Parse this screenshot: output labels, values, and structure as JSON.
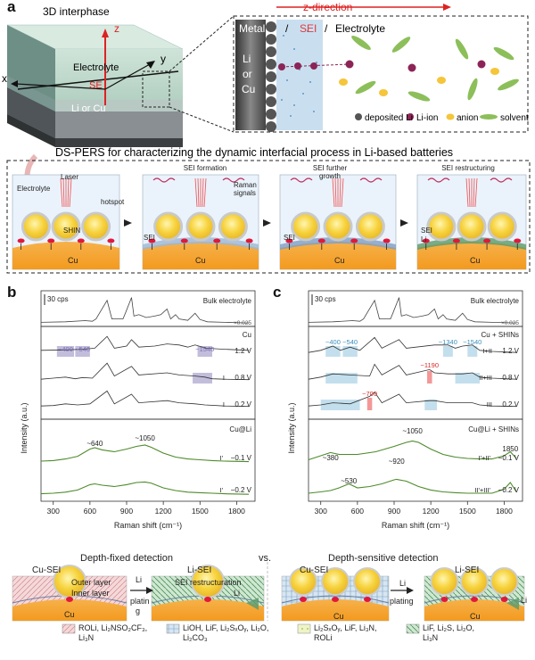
{
  "panel_a": {
    "letter": "a",
    "cube_title": "3D interphase",
    "axes": {
      "z": "z",
      "y": "y",
      "x": "x"
    },
    "layers": {
      "electrolyte": "Electrolyte",
      "se": "SE",
      "metal": "Li or Cu"
    },
    "zoom": {
      "direction": "z-direction",
      "metal": "Metal",
      "sep1": "/",
      "sei": "SEI",
      "sep2": "/",
      "electrolyte": "Electrolyte",
      "metal_name": [
        "Li",
        "or",
        "Cu"
      ],
      "legend": [
        "deposited Li",
        "Li-ion",
        "anion",
        "solvent"
      ]
    },
    "banner": "DS-PERS for characterizing the dynamic interfacial process in Li-based batteries",
    "steps": [
      {
        "caption": "",
        "labels": {
          "electrolyte": "Electrolyte",
          "laser": "Laser",
          "hotspot": "hotspot",
          "shin": "SHIN",
          "cu": "Cu"
        }
      },
      {
        "caption": "SEI formation",
        "labels": {
          "raman": "Raman signals",
          "sei": "SEI",
          "cu": "Cu"
        }
      },
      {
        "caption": "SEI further growth",
        "labels": {
          "sei": "SEI",
          "cu": "Cu"
        }
      },
      {
        "caption": "SEI restructuring",
        "labels": {
          "sei": "SEI",
          "li": "Li",
          "cu": "Cu"
        }
      }
    ]
  },
  "panel_b": {
    "letter": "b",
    "scale": "30 cps",
    "ylabel": "Intensity (a.u.)",
    "xlabel": "Raman shift (cm⁻¹)",
    "ticks": [
      "300",
      "600",
      "900",
      "1200",
      "1500",
      "1800"
    ],
    "bulk": {
      "label": "Bulk electrolyte",
      "factor": "×0.025"
    },
    "cu": {
      "header": "Cu",
      "rows": [
        {
          "region": "",
          "voltage": "1.2 V"
        },
        {
          "region": "I",
          "voltage": "0.8 V"
        },
        {
          "region": "I",
          "voltage": "0.2 V"
        }
      ],
      "annotations": [
        "~400",
        "~540",
        "~1540"
      ]
    },
    "culi": {
      "header": "Cu@Li",
      "rows": [
        {
          "region": "I'",
          "voltage": "−0.1 V"
        },
        {
          "region": "I'",
          "voltage": "−0.2 V"
        }
      ],
      "annotations": [
        "~640",
        "~1050"
      ]
    }
  },
  "panel_c": {
    "letter": "c",
    "scale": "30 cps",
    "ylabel": "Intensity (a.u.)",
    "xlabel": "Raman shift (cm⁻¹)",
    "ticks": [
      "300",
      "600",
      "900",
      "1200",
      "1500",
      "1800"
    ],
    "bulk": {
      "label": "Bulk electrolyte",
      "factor": "×0.025"
    },
    "cu": {
      "header": "Cu + SHINs",
      "rows": [
        {
          "region": "I+II",
          "voltage": "1.2 V"
        },
        {
          "region": "II+III",
          "voltage": "0.8 V"
        },
        {
          "region": "III",
          "voltage": "0.2 V"
        }
      ],
      "annotations": [
        "~400",
        "~540",
        "~1340",
        "~1540",
        "~1190",
        "~700"
      ]
    },
    "culi": {
      "header": "Cu@Li + SHINs",
      "rows": [
        {
          "region": "I'+II'",
          "voltage": "−0.1 V"
        },
        {
          "region": "II'+III'",
          "voltage": "−0.2 V"
        }
      ],
      "annotations": [
        "~380",
        "~1050",
        "~530",
        "~920",
        "1850"
      ]
    }
  },
  "bottom": {
    "depth_fixed": "Depth-fixed detection",
    "vs": "vs.",
    "depth_sensitive": "Depth-sensitive detection",
    "left": {
      "cu_sei": "Cu-SEI",
      "outer": "Outer layer",
      "inner": "Inner layer",
      "cu": "Cu",
      "arrow": [
        "Li",
        "platin",
        "g"
      ],
      "li_sei": "Li-SEI",
      "restructure": "SEI restructuration",
      "li": "Li"
    },
    "right": {
      "cu_sei": "Cu-SEI",
      "cu": "Cu",
      "arrow": [
        "Li",
        "plating"
      ],
      "li_sei": "Li-SEI",
      "li": "Li"
    },
    "legend": [
      {
        "lines": [
          "ROLi, Li₂NSO₂CF₃,",
          "Li₃N"
        ]
      },
      {
        "lines": [
          "LiOH, LiF, Li₂SₓOᵧ, Li₂O,",
          "Li₂CO₃"
        ]
      },
      {
        "lines": [
          "Li₂SₓOᵧ, LiF, Li₃N,",
          "ROLi"
        ]
      },
      {
        "lines": [
          "LiF, Li₂S, Li₂O,",
          "Li₃N"
        ]
      }
    ]
  },
  "colors": {
    "dark_trace": "#2b2b2b",
    "gray_trace": "#555555",
    "green_trace": "#4d8a2a",
    "blue_shade": "#b9d9ea",
    "purple_shade": "#b9b2d6",
    "red_text": "#d62a2a",
    "sei_text": "#e03a3a"
  },
  "chart_data": [
    {
      "type": "line",
      "title": "",
      "xlabel": "Raman shift (cm⁻¹)",
      "ylabel": "Intensity (a.u.)",
      "xlim": [
        200,
        1950
      ],
      "x_ticks": [
        300,
        600,
        900,
        1200,
        1500,
        1800
      ],
      "series": [
        {
          "name": "Bulk electrolyte",
          "x": [
            200,
            400,
            560,
            620,
            650,
            740,
            780,
            870,
            890,
            940,
            960,
            1000,
            1060,
            1130,
            1180,
            1230,
            1260,
            1300,
            1330,
            1400,
            1460,
            1500,
            1560,
            1700,
            1900
          ],
          "y": [
            0.08,
            0.1,
            0.14,
            0.12,
            0.2,
            0.85,
            0.2,
            0.2,
            0.4,
            0.95,
            0.3,
            0.35,
            0.25,
            0.3,
            0.35,
            0.55,
            0.2,
            0.35,
            0.2,
            0.15,
            0.4,
            0.18,
            0.1,
            0.08,
            0.06
          ]
        },
        {
          "name": "1.2 V",
          "x": [
            200,
            400,
            540,
            640,
            740,
            800,
            900,
            940,
            1000,
            1130,
            1230,
            1330,
            1400,
            1460,
            1550,
            1700,
            1900
          ],
          "y": [
            0.3,
            0.32,
            0.35,
            0.4,
            0.95,
            0.4,
            0.5,
            0.8,
            0.45,
            0.5,
            0.6,
            0.55,
            0.45,
            0.55,
            0.4,
            0.35,
            0.3
          ]
        },
        {
          "name": "0.8 V",
          "x": [
            200,
            300,
            400,
            480,
            540,
            620,
            740,
            800,
            940,
            1000,
            1230,
            1330,
            1460,
            1540,
            1600,
            1700,
            1900
          ],
          "y": [
            0.2,
            0.25,
            0.3,
            0.22,
            0.28,
            0.25,
            0.95,
            0.35,
            0.8,
            0.4,
            0.5,
            0.4,
            0.35,
            0.3,
            0.22,
            0.2,
            0.18
          ]
        },
        {
          "name": "0.2 V",
          "x": [
            200,
            300,
            400,
            500,
            600,
            740,
            800,
            940,
            1000,
            1230,
            1330,
            1460,
            1540,
            1700,
            1900
          ],
          "y": [
            0.2,
            0.22,
            0.3,
            0.25,
            0.3,
            0.9,
            0.3,
            0.75,
            0.35,
            0.45,
            0.35,
            0.3,
            0.25,
            0.2,
            0.18
          ]
        },
        {
          "name": "−0.1 V",
          "x": [
            200,
            300,
            400,
            500,
            600,
            640,
            700,
            800,
            900,
            980,
            1050,
            1100,
            1200,
            1300,
            1400,
            1500,
            1600,
            1700,
            1900
          ],
          "y": [
            0.1,
            0.12,
            0.18,
            0.28,
            0.55,
            0.6,
            0.52,
            0.45,
            0.55,
            0.65,
            0.7,
            0.62,
            0.4,
            0.25,
            0.18,
            0.15,
            0.12,
            0.1,
            0.08
          ]
        },
        {
          "name": "−0.2 V",
          "x": [
            200,
            300,
            400,
            500,
            600,
            640,
            700,
            800,
            900,
            980,
            1050,
            1100,
            1200,
            1300,
            1400,
            1500,
            1600,
            1700,
            1900
          ],
          "y": [
            0.08,
            0.1,
            0.14,
            0.22,
            0.42,
            0.45,
            0.4,
            0.35,
            0.42,
            0.5,
            0.52,
            0.48,
            0.3,
            0.2,
            0.14,
            0.12,
            0.1,
            0.08,
            0.06
          ]
        }
      ]
    },
    {
      "type": "line",
      "title": "",
      "xlabel": "Raman shift (cm⁻¹)",
      "ylabel": "Intensity (a.u.)",
      "xlim": [
        200,
        1950
      ],
      "x_ticks": [
        300,
        600,
        900,
        1200,
        1500,
        1800
      ],
      "series": [
        {
          "name": "Bulk electrolyte",
          "x": [
            200,
            400,
            560,
            620,
            650,
            740,
            780,
            870,
            890,
            940,
            960,
            1000,
            1060,
            1130,
            1180,
            1230,
            1260,
            1300,
            1330,
            1400,
            1460,
            1500,
            1560,
            1700,
            1900
          ],
          "y": [
            0.08,
            0.1,
            0.14,
            0.12,
            0.2,
            0.85,
            0.2,
            0.2,
            0.4,
            0.95,
            0.3,
            0.35,
            0.25,
            0.3,
            0.35,
            0.55,
            0.2,
            0.35,
            0.2,
            0.15,
            0.4,
            0.18,
            0.1,
            0.08,
            0.06
          ]
        },
        {
          "name": "1.2 V",
          "x": [
            200,
            300,
            400,
            460,
            540,
            620,
            740,
            800,
            940,
            1000,
            1230,
            1340,
            1400,
            1460,
            1540,
            1600,
            1700,
            1900
          ],
          "y": [
            0.2,
            0.3,
            0.5,
            0.3,
            0.45,
            0.3,
            0.9,
            0.4,
            0.8,
            0.4,
            0.55,
            0.55,
            0.4,
            0.5,
            0.55,
            0.3,
            0.25,
            0.2
          ]
        },
        {
          "name": "0.8 V",
          "x": [
            200,
            300,
            400,
            540,
            700,
            740,
            800,
            940,
            1000,
            1190,
            1230,
            1340,
            1460,
            1540,
            1600,
            1700,
            1900
          ],
          "y": [
            0.2,
            0.3,
            0.45,
            0.4,
            0.35,
            0.9,
            0.4,
            0.85,
            0.4,
            0.65,
            0.5,
            0.45,
            0.45,
            0.5,
            0.3,
            0.25,
            0.2
          ]
        },
        {
          "name": "0.2 V",
          "x": [
            200,
            300,
            400,
            540,
            700,
            740,
            800,
            940,
            1000,
            1190,
            1230,
            1340,
            1460,
            1540,
            1600,
            1700,
            1900
          ],
          "y": [
            0.2,
            0.25,
            0.35,
            0.3,
            0.65,
            0.85,
            0.35,
            0.75,
            0.35,
            0.45,
            0.45,
            0.35,
            0.35,
            0.35,
            0.25,
            0.2,
            0.18
          ]
        },
        {
          "name": "−0.1 V",
          "x": [
            200,
            300,
            380,
            450,
            600,
            750,
            900,
            1000,
            1050,
            1100,
            1200,
            1300,
            1400,
            1500,
            1600,
            1700,
            1800,
            1850,
            1900
          ],
          "y": [
            0.15,
            0.3,
            0.42,
            0.35,
            0.35,
            0.45,
            0.65,
            0.8,
            0.85,
            0.8,
            0.55,
            0.35,
            0.25,
            0.2,
            0.18,
            0.18,
            0.3,
            0.45,
            0.2
          ]
        },
        {
          "name": "−0.2 V",
          "x": [
            200,
            300,
            380,
            450,
            530,
            600,
            700,
            800,
            900,
            920,
            1000,
            1100,
            1200,
            1300,
            1400,
            1500,
            1700,
            1800,
            1850,
            1900
          ],
          "y": [
            0.1,
            0.15,
            0.2,
            0.3,
            0.45,
            0.3,
            0.35,
            0.45,
            0.6,
            0.62,
            0.55,
            0.35,
            0.22,
            0.15,
            0.12,
            0.1,
            0.1,
            0.25,
            0.5,
            0.15
          ]
        }
      ]
    }
  ]
}
